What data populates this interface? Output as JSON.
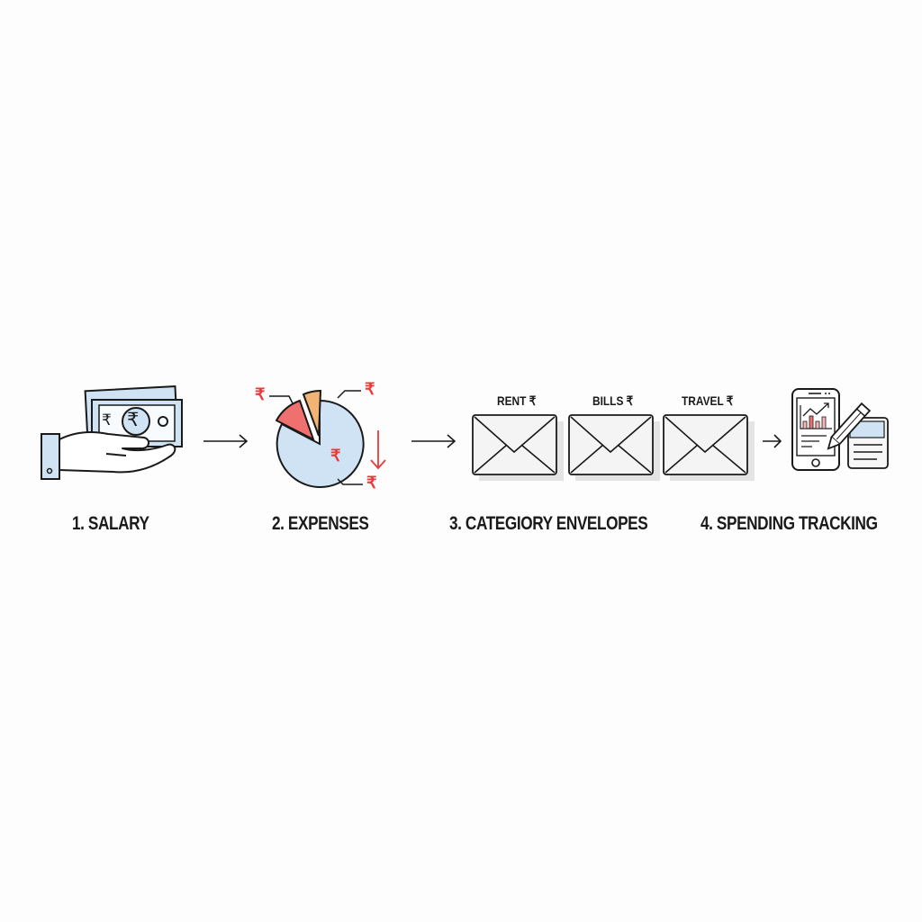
{
  "diagram": {
    "type": "process-flow",
    "colors": {
      "stroke": "#1a1a1a",
      "light_blue": "#cfe3f5",
      "red_slice": "#f07070",
      "orange_slice": "#f2b474",
      "rupee_red": "#e83a3a",
      "envelope_fill": "#f4f4f4",
      "background": "#fdfdfd"
    },
    "steps": [
      {
        "label": "1. SALARY",
        "icon": "hand-holding-money-icon"
      },
      {
        "label": "2. EXPENSES",
        "icon": "pie-chart-icon",
        "annotations": [
          "₹",
          "₹",
          "₹",
          "₹"
        ]
      },
      {
        "label": "3. CATEGIORY ENVELOPES",
        "icon": "envelopes-icon",
        "envelopes": [
          {
            "label": "RENT ₹"
          },
          {
            "label": "BILLS ₹"
          },
          {
            "label": "TRAVEL ₹"
          }
        ]
      },
      {
        "label": "4. SPENDING TRACKING",
        "icon": "phone-chart-notebook-icon"
      }
    ],
    "banknote_symbols": {
      "left": "₹",
      "center": "₹"
    },
    "pie_labels": {
      "top_left": "₹",
      "top_right": "₹",
      "inside": "₹",
      "bottom_right": "₹"
    }
  }
}
